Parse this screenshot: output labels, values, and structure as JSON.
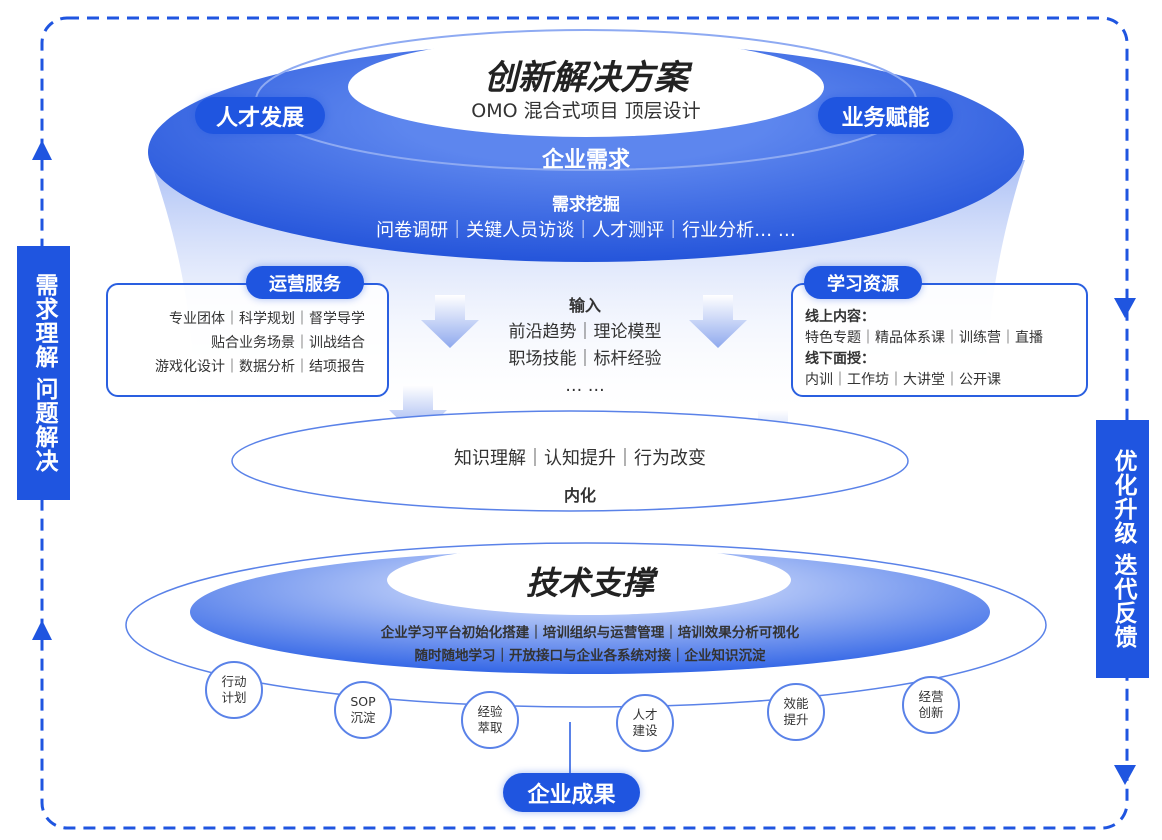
{
  "left_label": [
    "需求理解",
    "问题解决"
  ],
  "right_label": [
    "优化升级",
    "迭代反馈"
  ],
  "top": {
    "title": "创新解决方案",
    "subtitle": "OMO 混合式项目 顶层设计",
    "left_pill": "人才发展",
    "right_pill": "业务赋能",
    "center": "企业需求",
    "mining_title": "需求挖掘",
    "mining_items": "问卷调研｜关键人员访谈｜人才测评｜行业分析… …"
  },
  "ops": {
    "title": "运营服务",
    "lines": [
      "专业团体｜科学规划｜督学导学",
      "贴合业务场景｜训战结合",
      "游戏化设计｜数据分析｜结项报告"
    ]
  },
  "input": {
    "title": "输入",
    "lines": [
      "前沿趋势｜理论模型",
      "职场技能｜标杆经验",
      "… …"
    ]
  },
  "resources": {
    "title": "学习资源",
    "online_title": "线上内容：",
    "online": "特色专题｜精品体系课｜训练营｜直播",
    "offline_title": "线下面授：",
    "offline": "内训｜工作坊｜大讲堂｜公开课"
  },
  "internal": {
    "items": "知识理解｜认知提升｜行为改变",
    "title": "内化"
  },
  "tech": {
    "title": "技术支撑",
    "lines": [
      "企业学习平台初始化搭建｜培训组织与运营管理｜培训效果分析可视化",
      "随时随地学习｜开放接口与企业各系统对接｜企业知识沉淀"
    ]
  },
  "outcomes": [
    [
      "行动",
      "计划"
    ],
    [
      "SOP",
      "沉淀"
    ],
    [
      "经验",
      "萃取"
    ],
    [
      "人才",
      "建设"
    ],
    [
      "效能",
      "提升"
    ],
    [
      "经营",
      "创新"
    ]
  ],
  "result": "企业成果",
  "colors": {
    "primary": "#1f55e0",
    "light": "#dfe7fb"
  }
}
